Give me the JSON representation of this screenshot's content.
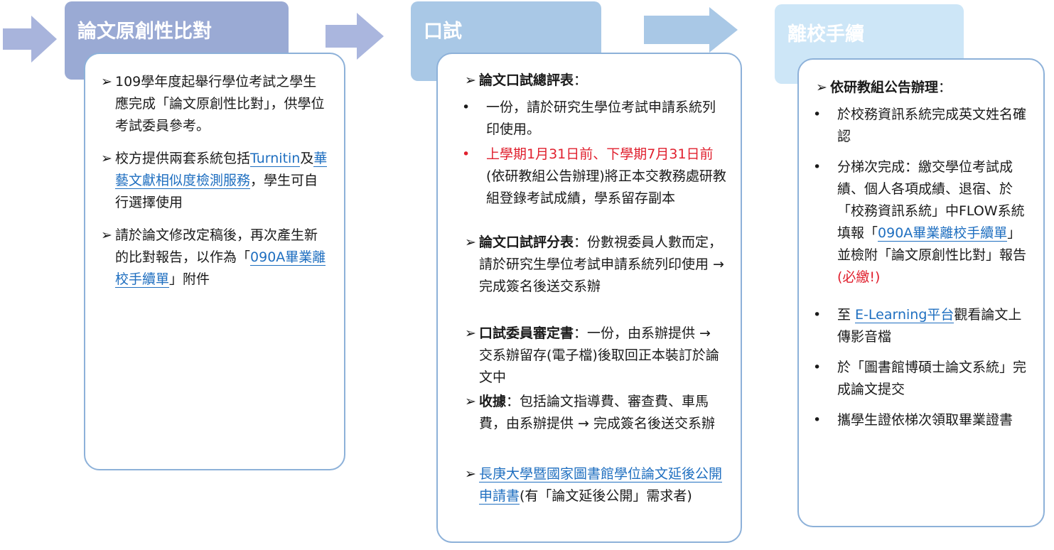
{
  "stages": [
    {
      "title": "論文原創性比對",
      "items": [
        {
          "marker": "➢",
          "parts": [
            {
              "t": "109學年度起舉行學位考試之學生應完成「論文原創性比對」，供學位考試委員參考。"
            }
          ]
        },
        {
          "marker": "➢",
          "parts": [
            {
              "t": "校方提供兩套系統包括"
            },
            {
              "t": "Turnitin",
              "link": true
            },
            {
              "t": "及"
            },
            {
              "t": "華藝文獻相似度檢測服務",
              "link": true
            },
            {
              "t": "，學生可自行選擇使用"
            }
          ]
        },
        {
          "marker": "➢",
          "parts": [
            {
              "t": "請於論文修改定稿後，再次產生新的比對報告，以作為「"
            },
            {
              "t": "090A畢業離校手續單",
              "link": true
            },
            {
              "t": "」附件"
            }
          ]
        }
      ]
    },
    {
      "title": "口試",
      "items": [
        {
          "marker": "➢",
          "parts": [
            {
              "t": "論文口試總評表",
              "bold": true
            },
            {
              "t": "："
            }
          ]
        },
        {
          "marker": "•",
          "parts": [
            {
              "t": "一份，請於研究生學位考試申請系統列印使用。"
            }
          ]
        },
        {
          "marker": "•",
          "marker_red": true,
          "parts": [
            {
              "t": "上學期1月31日前、下學期7月31日前",
              "red": true
            },
            {
              "t": "(依研教組公告辦理)將正本交教務處研教組登錄考試成績，學系留存副本"
            }
          ]
        },
        {
          "marker": "➢",
          "parts": [
            {
              "t": "論文口試評分表",
              "bold": true
            },
            {
              "t": "：份數視委員人數而定，請於研究生學位考試申請系統列印使用 → 完成簽名後送交系辦"
            }
          ]
        },
        {
          "marker": "➢",
          "parts": [
            {
              "t": "口試委員審定書",
              "bold": true
            },
            {
              "t": "：一份，由系辦提供 → 交系辦留存(電子檔)後取回正本裝訂於論文中"
            }
          ]
        },
        {
          "marker": "➢",
          "parts": [
            {
              "t": "收據",
              "bold": true
            },
            {
              "t": "：包括論文指導費、審查費、車馬費，由系辦提供 → 完成簽名後送交系辦"
            }
          ]
        },
        {
          "marker": "➢",
          "parts": [
            {
              "t": "長庚大學暨國家圖書館學位論文延後公開申請書",
              "link": true
            },
            {
              "t": "(有「論文延後公開」需求者)"
            }
          ]
        }
      ]
    },
    {
      "title": "離校手續",
      "items": [
        {
          "marker": "➢",
          "parts": [
            {
              "t": "依研教組公告辦理",
              "bold": true
            },
            {
              "t": "："
            }
          ]
        },
        {
          "marker": "•",
          "parts": [
            {
              "t": "於校務資訊系統完成英文姓名確認"
            }
          ]
        },
        {
          "marker": "•",
          "parts": [
            {
              "t": "分梯次完成：繳交學位考試成績、個人各項成績、退宿、於「校務資訊系統」中FLOW系統填報「"
            },
            {
              "t": "090A畢業離校手續單",
              "link": true
            },
            {
              "t": "」並檢附「論文原創性比對」報告"
            },
            {
              "t": "(必繳!)",
              "red": true
            }
          ]
        },
        {
          "marker": "•",
          "parts": [
            {
              "t": "至 "
            },
            {
              "t": "E-Learning平台",
              "link": true
            },
            {
              "t": "觀看論文上傳影音檔"
            }
          ]
        },
        {
          "marker": "•",
          "parts": [
            {
              "t": "於「圖書館博碩士論文系統」完成論文提交"
            }
          ]
        },
        {
          "marker": "•",
          "parts": [
            {
              "t": "攜學生證依梯次領取畢業證書"
            }
          ]
        }
      ]
    }
  ],
  "colors": {
    "header1": "#9aaad4",
    "header2": "#a9c8e6",
    "header3": "#cde6f7",
    "arrow": "#a8b4dc",
    "card_border": "#8db1d9",
    "link": "#1f6fc0",
    "red": "#e0202e"
  }
}
